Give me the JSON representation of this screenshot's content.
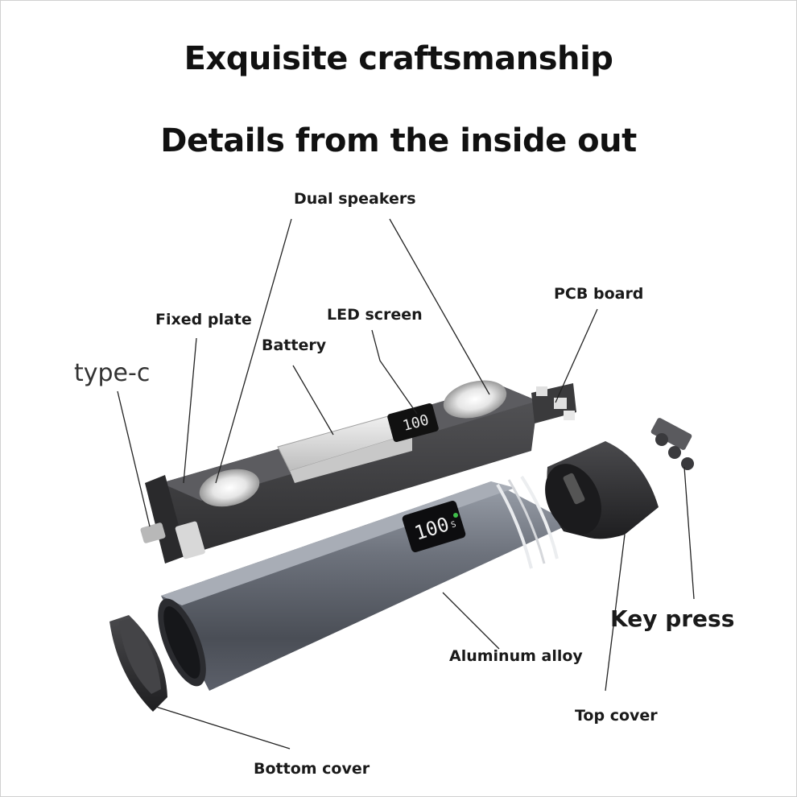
{
  "headline": {
    "line1": "Exquisite craftsmanship",
    "line2": "Details from the inside out"
  },
  "labels": {
    "dual_speakers": "Dual speakers",
    "pcb_board": "PCB board",
    "fixed_plate": "Fixed plate",
    "led_screen": "LED screen",
    "battery": "Battery",
    "type_c": "type-c",
    "key_press": "Key press",
    "aluminum_alloy": "Aluminum alloy",
    "top_cover": "Top cover",
    "bottom_cover": "Bottom cover"
  },
  "display": {
    "reading": "100",
    "unit": "S"
  },
  "colors": {
    "tray": "#3b3b3d",
    "tube": "#6b6f78",
    "screen": "#0d0d0f",
    "screen_dot": "#3fbf4a",
    "cap": "#2c2c2e",
    "leader": "#222222"
  }
}
